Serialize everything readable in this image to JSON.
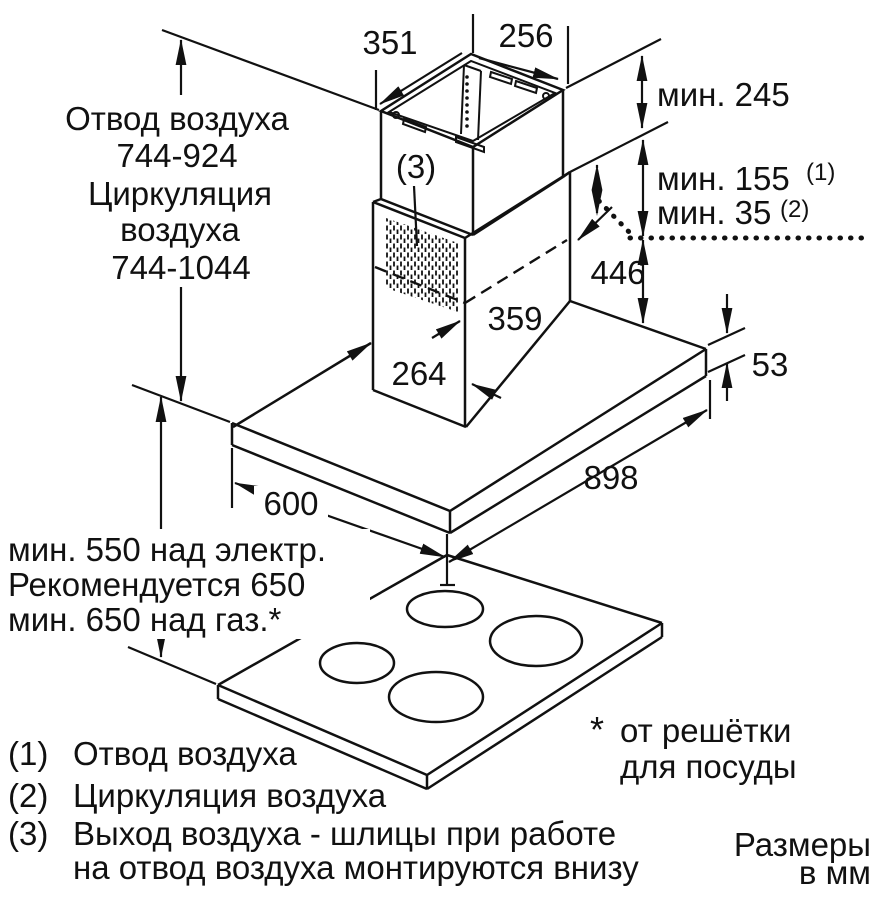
{
  "diagram": {
    "dimensions": {
      "width_top_left": "351",
      "depth_top_right": "256",
      "min_clearance_top": "мин. 245",
      "min_exhaust": "мин. 155",
      "min_exhaust_sup": "(1)",
      "min_recirc": "мин. 35",
      "min_recirc_sup": "(2)",
      "chimney_visible": "446",
      "duct_depth": "359",
      "duct_width": "264",
      "canopy_thickness": "53",
      "canopy_width": "898",
      "canopy_depth": "600",
      "vent_marker": "(3)"
    },
    "duct_height_note": {
      "line1": "Отвод воздуха",
      "line2": "744-924",
      "line3": "Циркуляция",
      "line4": "воздуха",
      "line5": "744-1044"
    },
    "clearance_note": {
      "line1": "мин. 550 над электр.",
      "line2": "Рекомендуется 650",
      "line3": "мин. 650 над газ.*"
    },
    "footnotes": {
      "n1": "(1)",
      "t1": "Отвод воздуха",
      "n2": "(2)",
      "t2": "Циркуляция воздуха",
      "n3": "(3)",
      "t3": "Выход воздуха - шлицы при работе",
      "t3b": "на отвод воздуха монтируются внизу"
    },
    "grate_note": {
      "star": "*",
      "line1": "от решётки",
      "line2": "для посуды"
    },
    "units_note": {
      "line1": "Размеры",
      "line2": "в мм"
    }
  }
}
